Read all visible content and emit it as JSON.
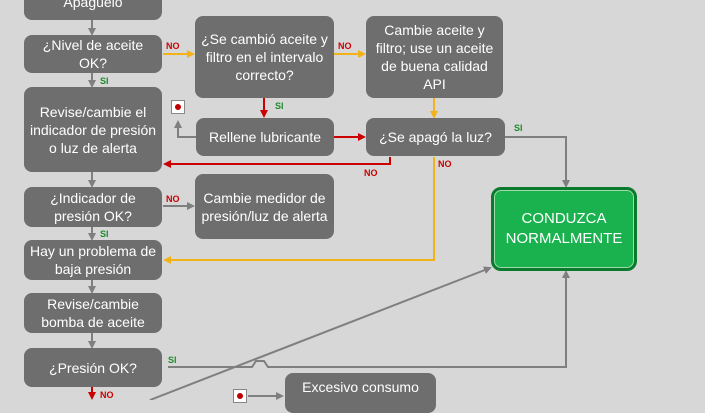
{
  "boxes": {
    "apaguelo": "Apáguelo",
    "nivel_aceite": "¿Nivel de aceite OK?",
    "se_cambio": "¿Se cambió aceite y filtro en el intervalo correcto?",
    "cambie_aceite": "Cambie aceite y filtro; use un aceite de buena calidad API",
    "revise_indicador": "Revise/cambie el indicador de presión o luz de alerta",
    "rellene": "Rellene lubricante",
    "se_apago": "¿Se apagó la luz?",
    "conduzca": "CONDUZCA NORMALMENTE",
    "indicador_ok": "¿Indicador de presión  OK?",
    "cambie_medidor": "Cambie medidor de presión/luz de alerta",
    "problema": "Hay un problema de baja presión",
    "revise_bomba": "Revise/cambie bomba de aceite",
    "presion_ok": "¿Presión OK?",
    "excesivo": "Excesivo consumo"
  },
  "labels": {
    "no": "NO",
    "si": "SI"
  },
  "colors": {
    "box": "#6e6e6e",
    "green": "#19b24e",
    "no_arrow": "#cc0000",
    "yes_arrow": "#f2b31a",
    "neutral_arrow": "#7f7f7f"
  }
}
